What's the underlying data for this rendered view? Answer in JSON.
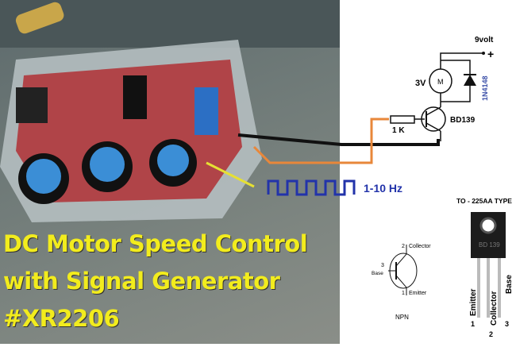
{
  "title": {
    "lines": [
      "DC Motor Speed Control",
      "with Signal Generator",
      "#XR2206"
    ]
  },
  "circuit": {
    "supply_label": "9volt",
    "plus_sign": "+",
    "motor_voltage": "3V",
    "motor_symbol": "M",
    "diode_label": "1N4148",
    "resistor_label": "1 K",
    "transistor_label": "BD139",
    "frequency_label": "1-10 Hz"
  },
  "pinout": {
    "package_label": "TO - 225AA TYPE",
    "chip_marking": "BD 139",
    "symbol_pins": [
      "2",
      "Collector",
      "3",
      "Base",
      "1",
      "Emitter"
    ],
    "symbol_type": "NPN",
    "leg_labels": [
      "Emitter",
      "Collector",
      "Base"
    ],
    "leg_numbers": [
      "1",
      "2",
      "3"
    ]
  },
  "colors": {
    "title": "#f2ec1d",
    "wave": "#2233aa",
    "wire_orange": "#e8873a",
    "diode_label": "#3b4fa8"
  }
}
